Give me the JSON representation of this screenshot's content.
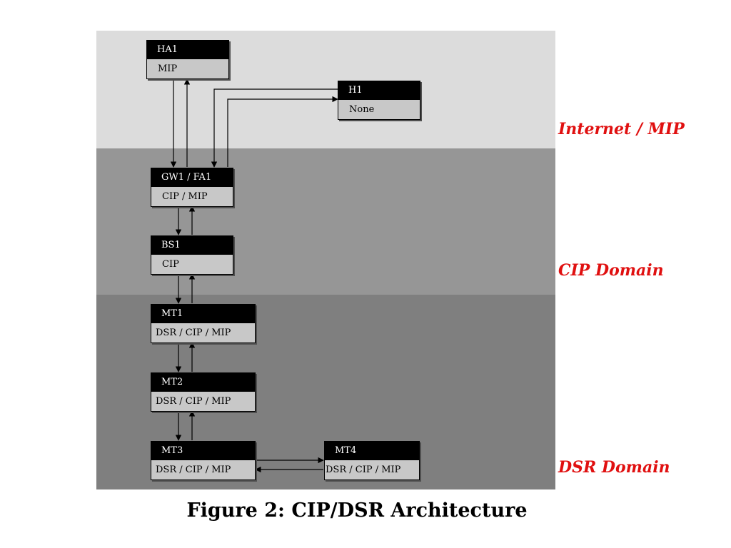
{
  "zones": [
    {
      "id": "internet",
      "label": "Internet / MIP"
    },
    {
      "id": "cip",
      "label": "CIP Domain"
    },
    {
      "id": "dsr",
      "label": "DSR Domain"
    }
  ],
  "nodes": {
    "ha1": {
      "name": "HA1",
      "protocol": "MIP"
    },
    "h1": {
      "name": "H1",
      "protocol": "None"
    },
    "gw1": {
      "name": "GW1 / FA1",
      "protocol": "CIP / MIP"
    },
    "bs1": {
      "name": "BS1",
      "protocol": "CIP"
    },
    "mt1": {
      "name": "MT1",
      "protocol": "DSR / CIP / MIP"
    },
    "mt2": {
      "name": "MT2",
      "protocol": "DSR / CIP / MIP"
    },
    "mt3": {
      "name": "MT3",
      "protocol": "DSR / CIP / MIP"
    },
    "mt4": {
      "name": "MT4",
      "protocol": "DSR / CIP / MIP"
    }
  },
  "caption": "Figure 2: CIP/DSR Architecture",
  "colors": {
    "domain_label": "#e01010",
    "node_header": "#000000",
    "node_body": "#c8c8c8"
  }
}
